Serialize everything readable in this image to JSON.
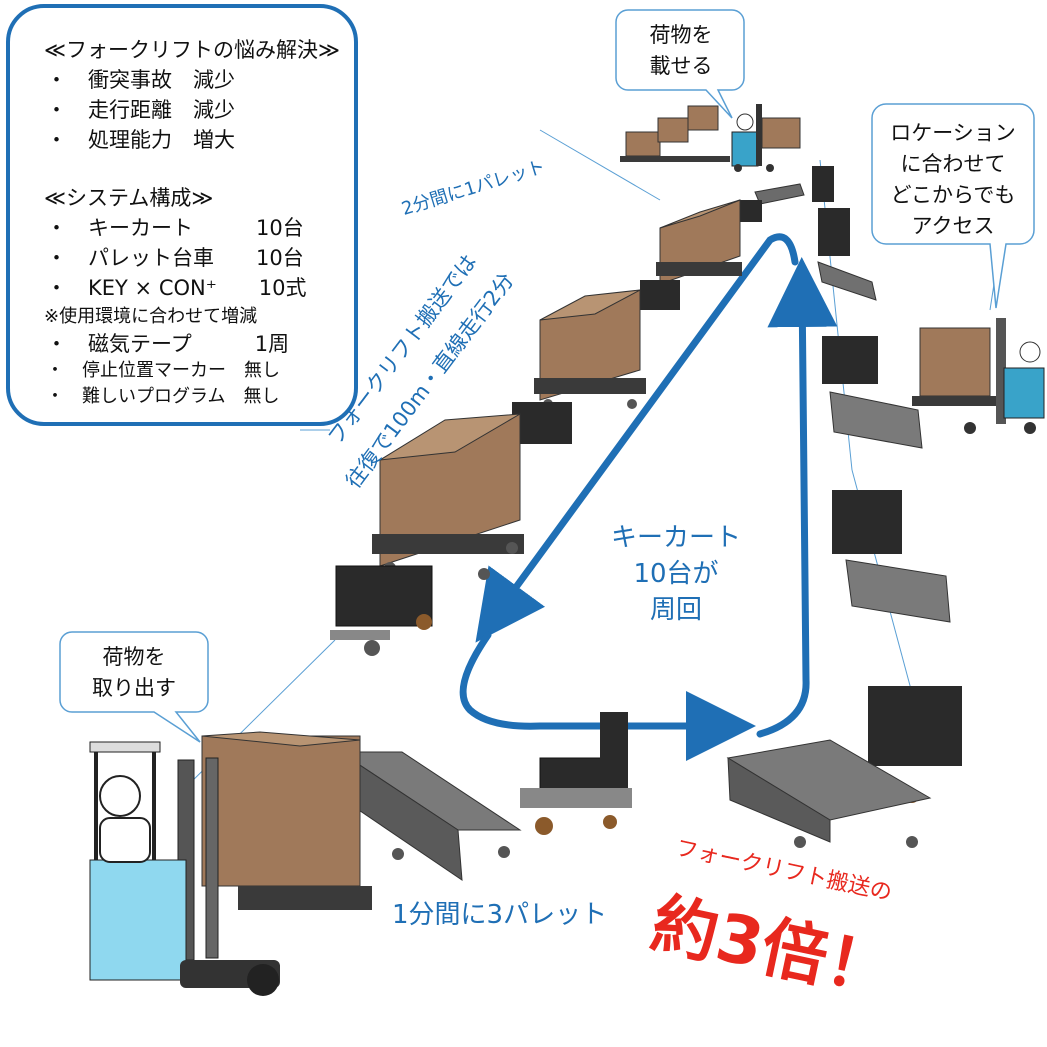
{
  "info_box": {
    "heading1": "≪フォークリフトの悩み解決≫",
    "problems": [
      "・　衝突事故　減少",
      "・　走行距離　減少",
      "・　処理能力　増大"
    ],
    "heading2": "≪システム構成≫",
    "system": [
      "・　キーカート　　　10台",
      "・　パレット台車　　10台",
      "・　KEY × CON⁺　　10式"
    ],
    "note": "※使用環境に合わせて増減",
    "extras": [
      "・　磁気テープ　　　1周",
      "・　停止位置マーカー　無し",
      "・　難しいプログラム　無し"
    ]
  },
  "callouts": {
    "load_top": [
      "荷物を",
      "載せる"
    ],
    "location": [
      "ロケーション",
      "に合わせて",
      "どこからでも",
      "アクセス"
    ],
    "unload": [
      "荷物を",
      "取り出す"
    ]
  },
  "labels": {
    "rate_top": "2分間に1パレット",
    "forklift_note_1": "フォークリフト搬送では",
    "forklift_note_2": "往復で100m・直線走行2分",
    "keycart_loop": [
      "キーカート",
      "10台が",
      "周回"
    ],
    "rate_bottom": "1分間に3パレット",
    "compare_small": "フォークリフト搬送の",
    "compare_big": "約3倍！"
  },
  "colors": {
    "accent_blue": "#1f6fb5",
    "accent_red": "#e8281e",
    "box_brown": "#a0795a",
    "forklift_cyan": "#8fd8ef",
    "pallet_dark": "#3a3a3a"
  }
}
